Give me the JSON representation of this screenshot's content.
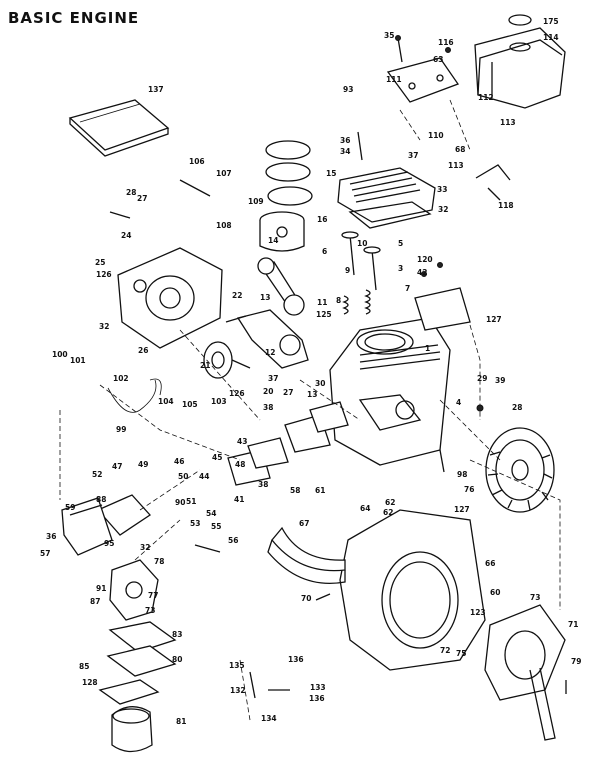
{
  "title": "BASIC ENGINE",
  "callouts": [
    "175",
    "114",
    "35",
    "116",
    "63",
    "111",
    "93",
    "112",
    "113",
    "137",
    "36",
    "34",
    "110",
    "37",
    "68",
    "113",
    "33",
    "118",
    "32",
    "15",
    "106",
    "107",
    "108",
    "109",
    "14",
    "16",
    "28",
    "27",
    "24",
    "25",
    "126",
    "32",
    "26",
    "6",
    "10",
    "5",
    "3",
    "120",
    "42",
    "9",
    "8",
    "7",
    "127",
    "22",
    "11",
    "13",
    "12",
    "125",
    "21",
    "1",
    "100",
    "101",
    "102",
    "104",
    "105",
    "99",
    "103",
    "126",
    "37",
    "27",
    "29",
    "39",
    "28",
    "20",
    "38",
    "30",
    "13",
    "43",
    "4",
    "98",
    "47",
    "49",
    "44",
    "45",
    "46",
    "50",
    "52",
    "48",
    "41",
    "38",
    "58",
    "61",
    "62",
    "62",
    "76",
    "127",
    "90",
    "51",
    "53",
    "54",
    "55",
    "56",
    "36",
    "88",
    "59",
    "95",
    "32",
    "91",
    "87",
    "57",
    "77",
    "78",
    "73",
    "64",
    "67",
    "66",
    "60",
    "70",
    "123",
    "73",
    "71",
    "72",
    "75",
    "79",
    "83",
    "85",
    "80",
    "81",
    "135",
    "136",
    "132",
    "133",
    "134",
    "136",
    "128"
  ]
}
